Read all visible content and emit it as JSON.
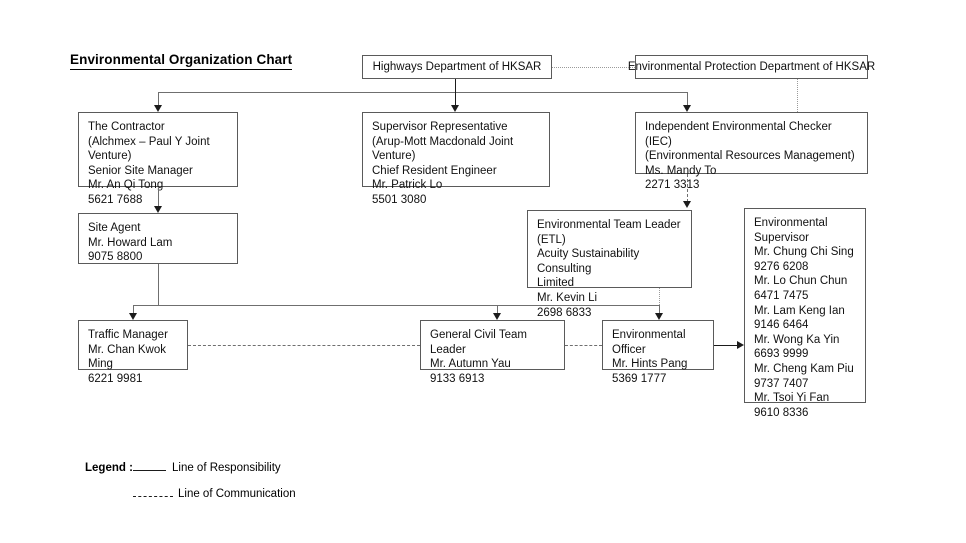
{
  "chart_title": "Environmental Organization Chart",
  "nodes": {
    "highways_department": "Highways Department of HKSAR",
    "epd": "Environmental Protection Department of HKSAR",
    "contractor": "The Contractor\n(Alchmex – Paul Y Joint Venture)\nSenior Site Manager\nMr. An Qi Tong\n5621 7688",
    "supervisor_rep": "Supervisor Representative\n(Arup-Mott Macdonald Joint Venture)\nChief Resident Engineer\nMr. Patrick Lo\n5501 3080",
    "iec": "Independent Environmental Checker (IEC)\n(Environmental Resources Management)\nMs. Mandy To\n2271 3313",
    "site_agent": "Site Agent\nMr. Howard Lam\n9075 8800",
    "etl": "Environmental Team Leader (ETL)\nAcuity Sustainability Consulting\nLimited\nMr. Kevin Li\n2698 6833",
    "env_supervisor": "Environmental\nSupervisor\nMr. Chung Chi Sing\n9276 6208\nMr. Lo Chun Chun\n6471 7475\nMr. Lam Keng Ian\n9146 6464\nMr. Wong Ka Yin\n6693 9999\nMr. Cheng Kam Piu\n9737 7407\nMr. Tsoi Yi Fan\n9610 8336",
    "traffic_manager": "Traffic Manager\nMr. Chan Kwok Ming\n6221 9981",
    "general_civil_team_leader": "General Civil Team Leader\nMr. Autumn Yau\n9133 6913",
    "environmental_officer": "Environmental Officer\nMr. Hints Pang\n5369 1777"
  },
  "legend": {
    "label": "Legend :",
    "responsibility": "Line of Responsibility",
    "communication": "Line of Communication"
  },
  "colors": {
    "box_border": "#5a5a5a",
    "connector": "#6f6f6f",
    "arrow": "#1b1b1b",
    "background": "#ffffff",
    "text": "#111111"
  }
}
